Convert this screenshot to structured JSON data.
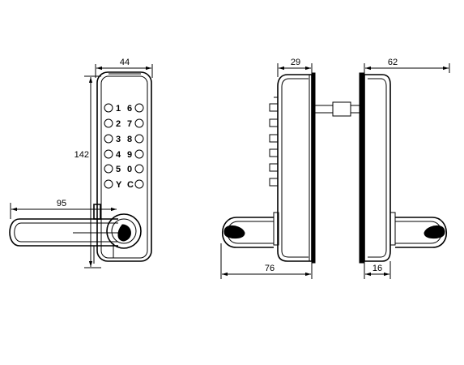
{
  "front_view": {
    "dimensions": {
      "width": "44",
      "height": "142",
      "lever_length": "95"
    },
    "keypad": {
      "left_column": [
        "1",
        "2",
        "3",
        "4",
        "5",
        "Y"
      ],
      "right_column": [
        "6",
        "7",
        "8",
        "9",
        "0",
        "C"
      ]
    }
  },
  "side_view": {
    "dimensions": {
      "top_left": "29",
      "top_right": "62",
      "bottom_left": "76",
      "bottom_right": "16"
    }
  }
}
